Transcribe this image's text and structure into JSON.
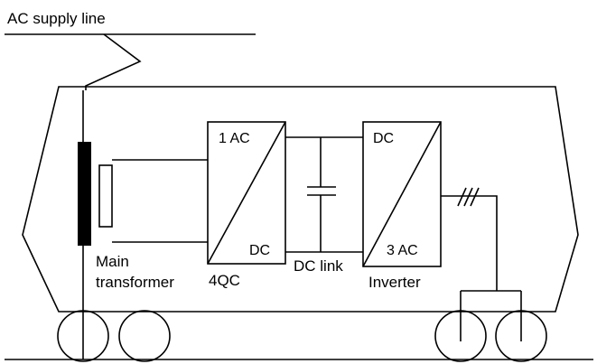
{
  "labels": {
    "supply_line": "AC supply line",
    "main_transformer_line1": "Main",
    "main_transformer_line2": "transformer",
    "converter_4qc_top": "1 AC",
    "converter_4qc_bottom": "DC",
    "converter_4qc_name": "4QC",
    "dc_link": "DC link",
    "inverter_top": "DC",
    "inverter_bottom": "3 AC",
    "inverter_name": "Inverter"
  },
  "colors": {
    "line": "#000000",
    "background": "#ffffff"
  }
}
